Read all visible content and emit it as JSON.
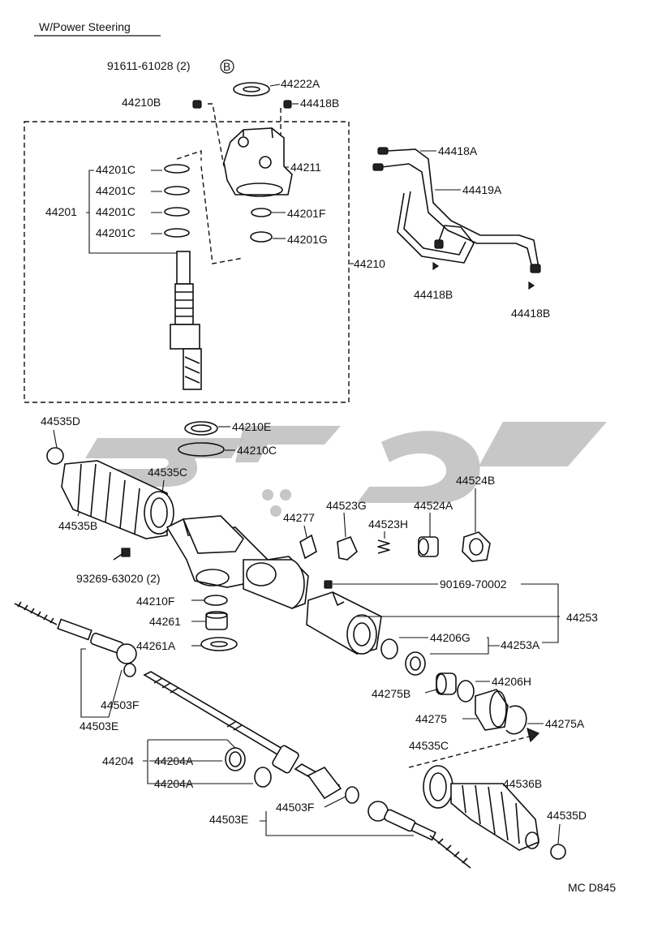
{
  "title": "W/Power Steering",
  "footer_code": "MC D845",
  "circle_marker": "B",
  "labels": {
    "p91611": "91611-61028 (2)",
    "p44222A": "44222A",
    "p44210B": "44210B",
    "p44418B_top": "44418B",
    "p44201C_1": "44201C",
    "p44201C_2": "44201C",
    "p44201C_3": "44201C",
    "p44201C_4": "44201C",
    "p44201": "44201",
    "p44211": "44211",
    "p44201F": "44201F",
    "p44201G": "44201G",
    "p44210": "44210",
    "p44418A": "44418A",
    "p44419A": "44419A",
    "p44418B_left": "44418B",
    "p44418B_right": "44418B",
    "p44535D_top": "44535D",
    "p44210E": "44210E",
    "p44210C": "44210C",
    "p44535C_top": "44535C",
    "p44535B": "44535B",
    "p44277": "44277",
    "p44523G": "44523G",
    "p44523H": "44523H",
    "p44524A": "44524A",
    "p44524B": "44524B",
    "p93269": "93269-63020 (2)",
    "p90169": "90169-70002",
    "p44253": "44253",
    "p44210F": "44210F",
    "p44261": "44261",
    "p44261A": "44261A",
    "p44206G": "44206G",
    "p44253A": "44253A",
    "p44206H": "44206H",
    "p44503F_left": "44503F",
    "p44503E_left": "44503E",
    "p44275B": "44275B",
    "p44275": "44275",
    "p44275A": "44275A",
    "p44204": "44204",
    "p44204A_1": "44204A",
    "p44204A_2": "44204A",
    "p44535C_bottom": "44535C",
    "p44536B": "44536B",
    "p44503F_bottom": "44503F",
    "p44503E_bottom": "44503E",
    "p44535D_bottom": "44535D"
  }
}
